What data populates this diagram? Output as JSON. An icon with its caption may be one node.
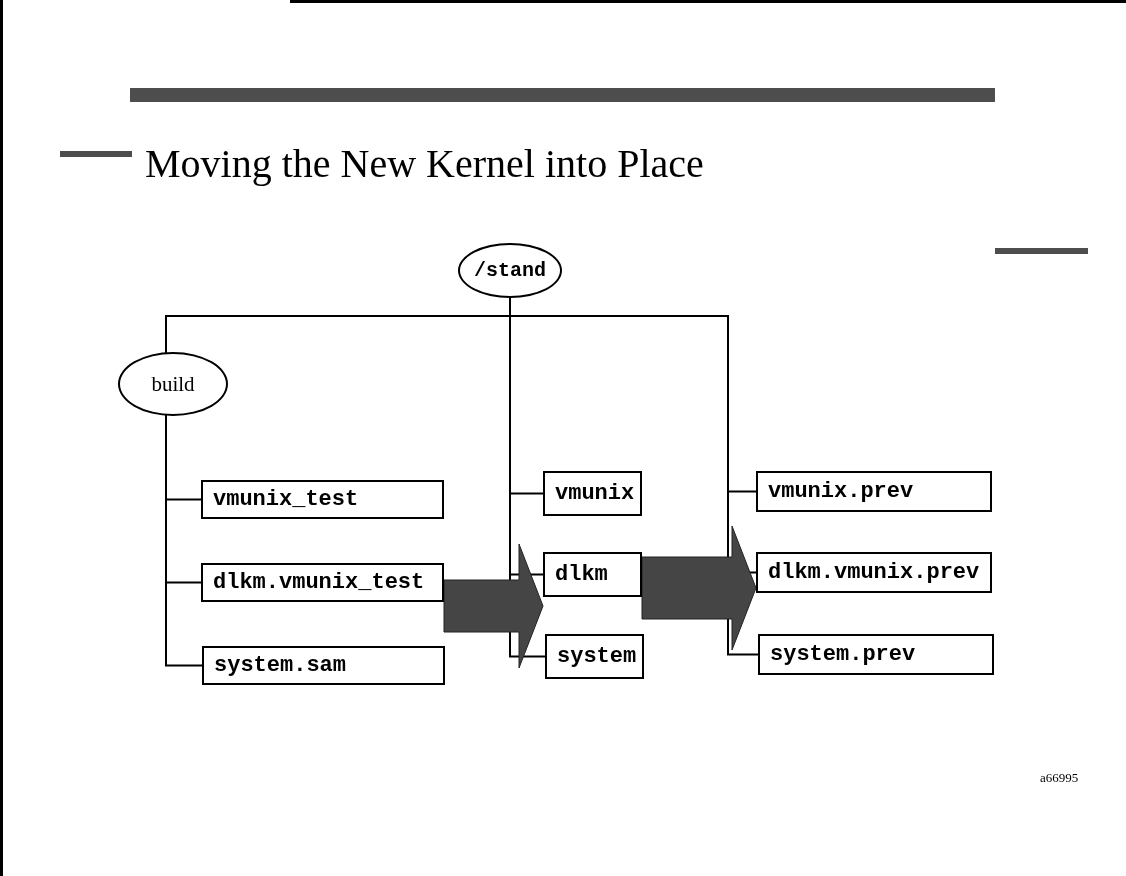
{
  "diagram": {
    "title": "Moving the New Kernel into Place",
    "nodes": [
      {
        "text": [
          "/stand"
        ]
      },
      {
        "text": [
          "build"
        ]
      },
      {
        "text": [
          "vmunix_test"
        ]
      },
      {
        "text": [
          "dlkm.vmunix_test"
        ]
      },
      {
        "text": [
          "system.sam"
        ]
      },
      {
        "text": [
          "vmunix"
        ]
      },
      {
        "text": [
          "dlkm"
        ]
      },
      {
        "text": [
          "system"
        ]
      },
      {
        "text": [
          "vmunix.prev"
        ]
      },
      {
        "text": [
          "dlkm.vmunix.prev"
        ]
      },
      {
        "text": [
          "system.prev"
        ]
      }
    ],
    "edges": [
      {
        "from": 0,
        "to": 1,
        "arrow": "none"
      },
      {
        "from": 0,
        "to": 5,
        "arrow": "none"
      },
      {
        "from": 0,
        "to": 6,
        "arrow": "none"
      },
      {
        "from": 0,
        "to": 7,
        "arrow": "none"
      },
      {
        "from": 0,
        "to": 8,
        "arrow": "none"
      },
      {
        "from": 0,
        "to": 9,
        "arrow": "none"
      },
      {
        "from": 0,
        "to": 10,
        "arrow": "none"
      },
      {
        "from": 1,
        "to": 2,
        "arrow": "none"
      },
      {
        "from": 1,
        "to": 3,
        "arrow": "none"
      },
      {
        "from": 1,
        "to": 4,
        "arrow": "none"
      },
      {
        "from": 3,
        "to": 6,
        "arrow": "to",
        "style": "thick"
      },
      {
        "from": 6,
        "to": 9,
        "arrow": "to",
        "style": "thick"
      }
    ],
    "labels": [
      "a66995"
    ]
  }
}
